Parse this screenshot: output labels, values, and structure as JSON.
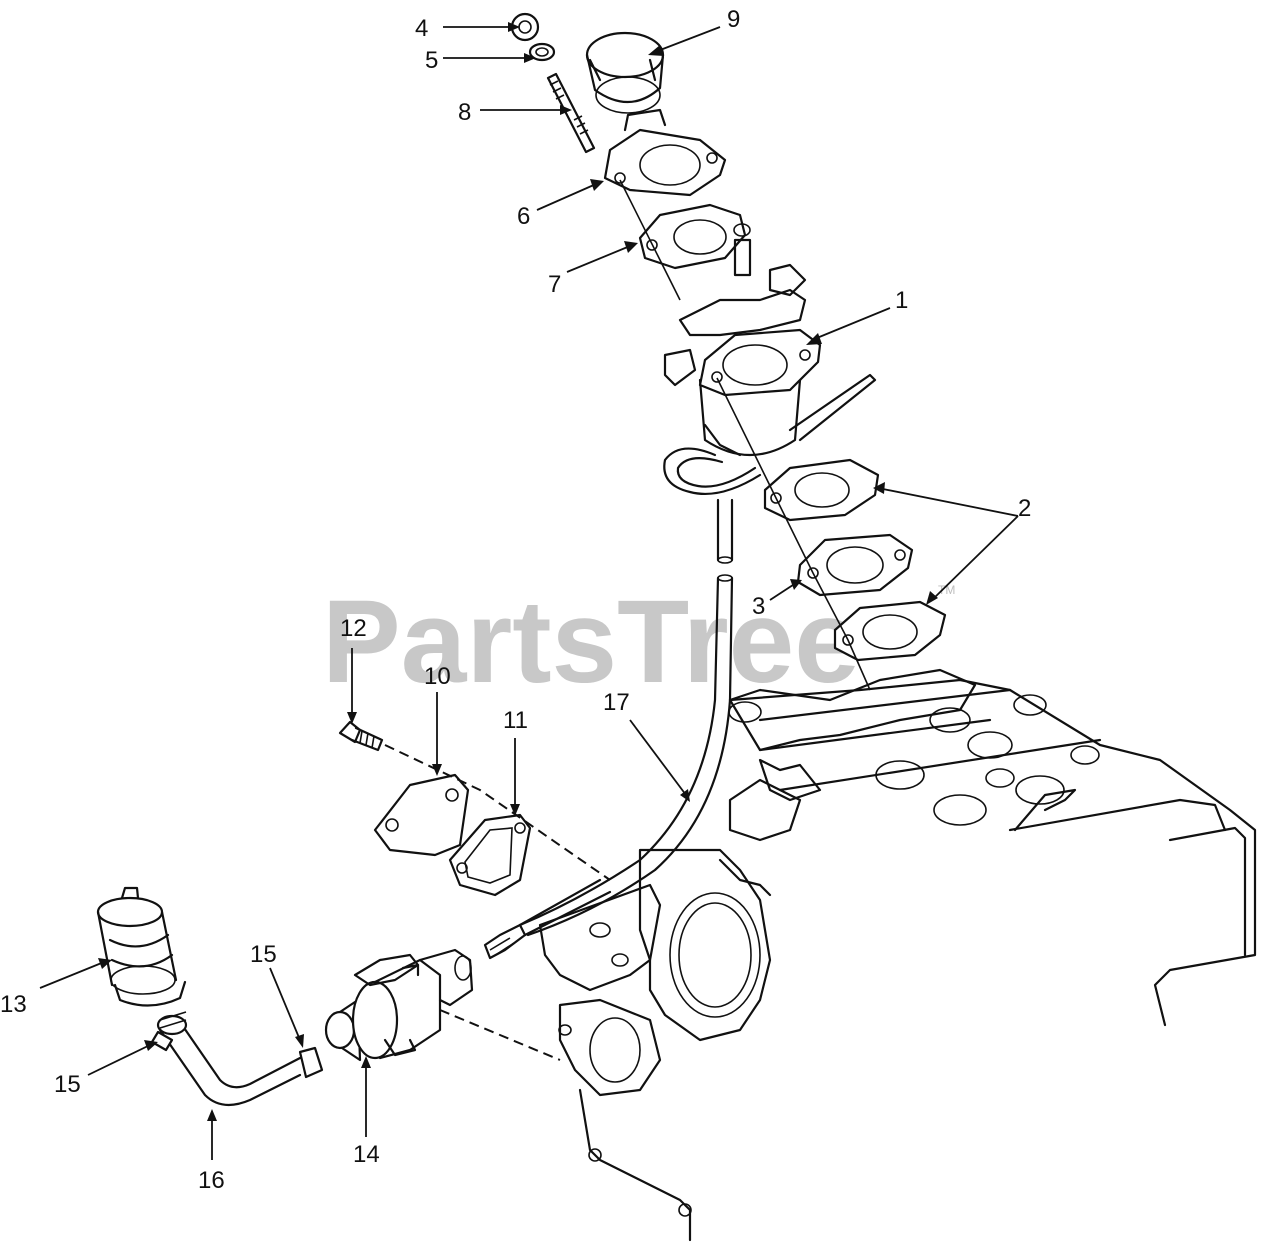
{
  "watermark": {
    "text": "PartsTree",
    "mark": "TM"
  },
  "callouts": [
    {
      "id": "c1",
      "label": "1"
    },
    {
      "id": "c2",
      "label": "2"
    },
    {
      "id": "c3",
      "label": "3"
    },
    {
      "id": "c4",
      "label": "4"
    },
    {
      "id": "c5",
      "label": "5"
    },
    {
      "id": "c6",
      "label": "6"
    },
    {
      "id": "c7",
      "label": "7"
    },
    {
      "id": "c8",
      "label": "8"
    },
    {
      "id": "c9",
      "label": "9"
    },
    {
      "id": "c10",
      "label": "10"
    },
    {
      "id": "c11",
      "label": "11"
    },
    {
      "id": "c12",
      "label": "12"
    },
    {
      "id": "c13",
      "label": "13"
    },
    {
      "id": "c14",
      "label": "14"
    },
    {
      "id": "c15a",
      "label": "15"
    },
    {
      "id": "c15b",
      "label": "15"
    },
    {
      "id": "c16",
      "label": "16"
    },
    {
      "id": "c17",
      "label": "17"
    }
  ],
  "colors": {
    "ink": "#111111",
    "watermark": "#c8c8c8",
    "background": "#ffffff"
  }
}
